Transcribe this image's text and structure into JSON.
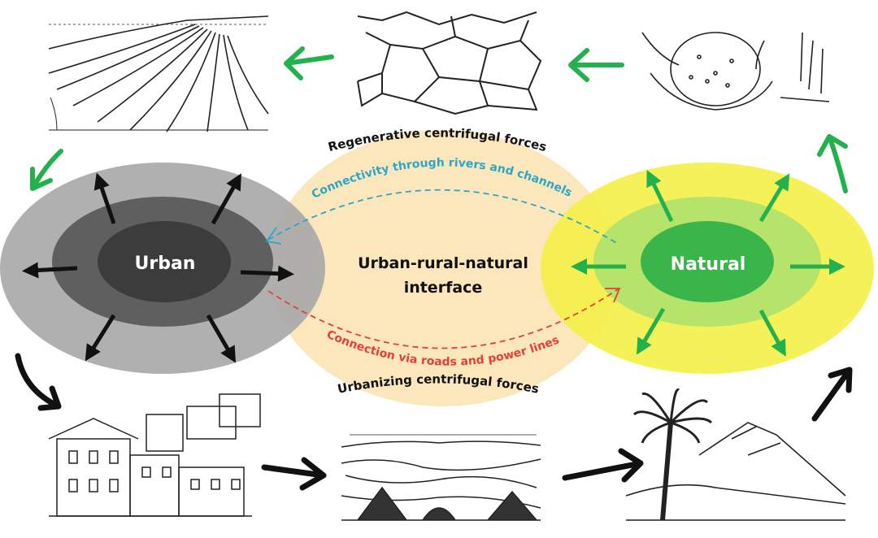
{
  "labels": {
    "urban": "Urban",
    "natural": "Natural",
    "interface_line1": "Urban-rural-natural",
    "interface_line2": "interface",
    "regenerative": "Regenerative centrifugal forces",
    "urbanizing": "Urbanizing centrifugal forces",
    "rivers": "Connectivity through rivers and channels",
    "roads": "Connection via roads and power lines"
  },
  "colors": {
    "urban_outer": "#a9a9a9",
    "urban_mid": "#5f5f5f",
    "urban_inner": "#3c3c3c",
    "interface_fill": "#fbe7bb",
    "natural_outer": "#f4f04a",
    "natural_mid": "#b6e36a",
    "natural_inner": "#39b54a",
    "regen_arrow": "#22b14c",
    "urban_arrow": "#111111",
    "rivers_line": "#2ba6c9",
    "roads_line": "#e2403a"
  },
  "icons": {
    "top_row": [
      "plowed-field-sketch",
      "cracked-dry-soil-sketch",
      "soil-in-hands-sketch"
    ],
    "bottom_row": [
      "hillside-town-sketch",
      "valley-landscape-sketch",
      "palm-and-mountain-sketch"
    ]
  }
}
